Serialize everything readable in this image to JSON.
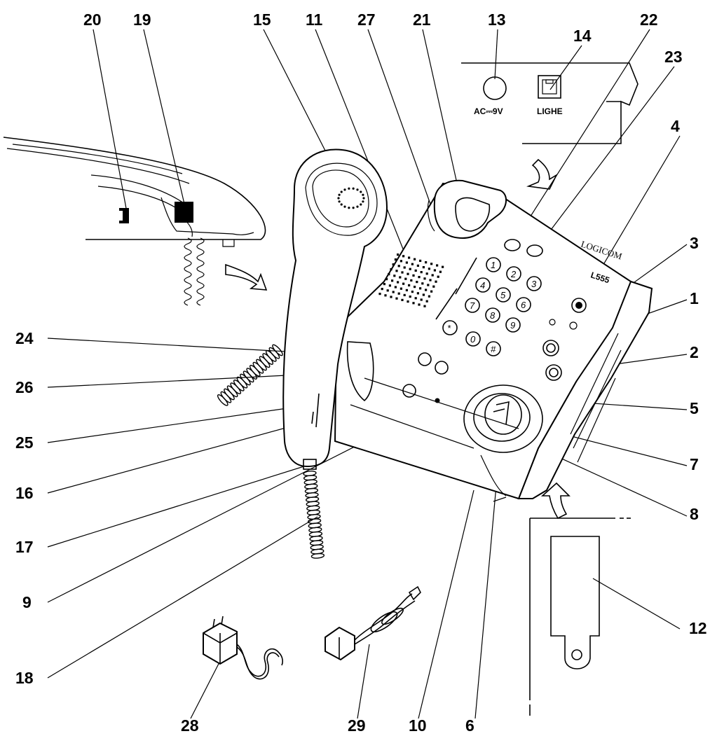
{
  "callouts": [
    "20",
    "19",
    "15",
    "11",
    "27",
    "21",
    "13",
    "14",
    "22",
    "23",
    "4",
    "3",
    "1",
    "2",
    "5",
    "7",
    "8",
    "24",
    "26",
    "25",
    "16",
    "17",
    "9",
    "18",
    "28",
    "29",
    "10",
    "6",
    "12"
  ],
  "jack_labels": {
    "power": "AC⎓9V",
    "line": "LIGHE"
  },
  "phone_labels": {
    "brand": "LOGICOM",
    "model": "L555"
  },
  "keypad": [
    "1",
    "2",
    "3",
    "4",
    "5",
    "6",
    "7",
    "8",
    "9",
    "*",
    "0",
    "#"
  ]
}
